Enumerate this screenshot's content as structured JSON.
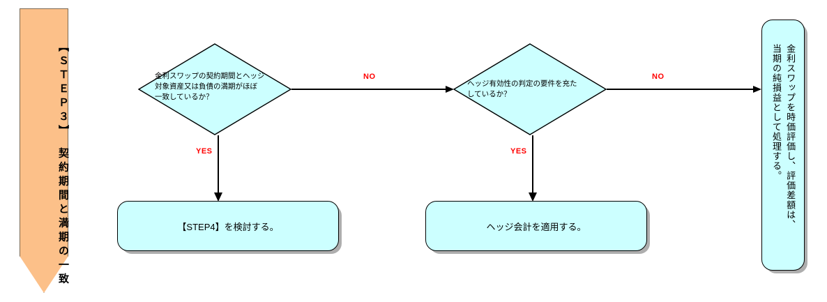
{
  "diagram": {
    "type": "flowchart",
    "title_banner": {
      "label": "【ＳＴＥＰ３】　契約期間と満期の一致",
      "fill_color": "#FCC089",
      "shape": "down-arrow-banner"
    },
    "node_fill_color": "#CCFFFF",
    "label_color": "#FF0000",
    "decisions": [
      {
        "id": "decision-term-match",
        "text": "金利スワップの契約期間とヘッジ\n対象資産又は負債の満期がほぼ\n一致しているか？"
      },
      {
        "id": "decision-effectiveness",
        "text": "ヘッジ有効性の判定の要件を充た\nしているか？"
      }
    ],
    "processes": [
      {
        "id": "process-step4",
        "text": "【STEP4】を検討する。"
      },
      {
        "id": "process-hedge-accounting",
        "text": "ヘッジ会計を適用する。"
      },
      {
        "id": "process-fair-value",
        "text": "金利スワップを時価評価し、評価差額は、\n当期の純損益として処理する。"
      }
    ],
    "edges": [
      {
        "id": "edge-no-1",
        "label": "NO"
      },
      {
        "id": "edge-yes-1",
        "label": "YES"
      },
      {
        "id": "edge-no-2",
        "label": "NO"
      },
      {
        "id": "edge-yes-2",
        "label": "YES"
      }
    ]
  }
}
